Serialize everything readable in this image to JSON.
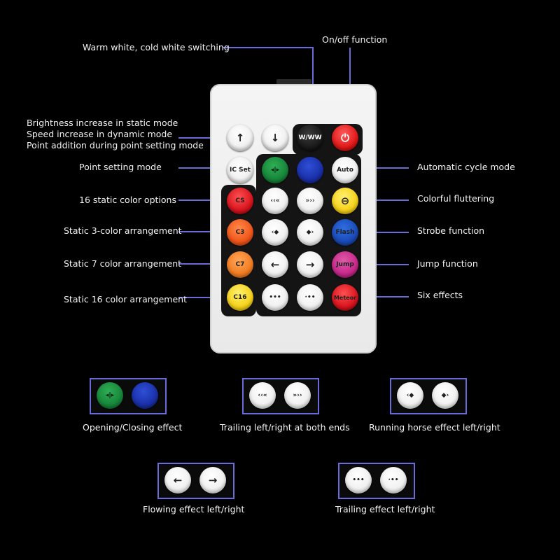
{
  "labels": {
    "ww_switch": "Warm white, cold white switching",
    "on_off": "On/off function",
    "brightness_1": "Brightness increase in static mode",
    "brightness_2": "Speed increase in dynamic mode",
    "brightness_3": "Point addition during point setting mode",
    "point_setting": "Point setting mode",
    "auto_cycle": "Automatic cycle mode",
    "static16_opts": "16 static color options",
    "colorful": "Colorful fluttering",
    "static3": "Static 3-color arrangement",
    "strobe": "Strobe function",
    "static7": "Static 7 color arrangement",
    "jump": "Jump function",
    "static16_arr": "Static 16 color arrangement",
    "six_effects": "Six effects"
  },
  "buttons": {
    "up": "↑",
    "down": "↓",
    "ww": "W/WW",
    "power": "⏻",
    "ic_set": "IC Set",
    "open_close": "◂|▸",
    "auto": "Auto",
    "cs": "CS",
    "trail_left": "‹‹«",
    "trail_right": "»››",
    "c3": "C3",
    "run_left": "‹◆",
    "run_right": "◆›",
    "flash": "Flash",
    "c7": "C7",
    "flow_left": "←",
    "flow_right": "→",
    "jump": "Jump",
    "c16": "C16",
    "dot_left": "•••",
    "dot_right": "·••",
    "meteor": "Meteor"
  },
  "captions": {
    "opening": "Opening/Closing effect",
    "trailing_both": "Trailing left/right at both ends",
    "running": "Running horse effect left/right",
    "flowing": "Flowing effect left/right",
    "trailing": "Trailing effect left/right"
  },
  "colors": {
    "line": "#6b6bd6",
    "box_border": "#6a6ad8"
  }
}
